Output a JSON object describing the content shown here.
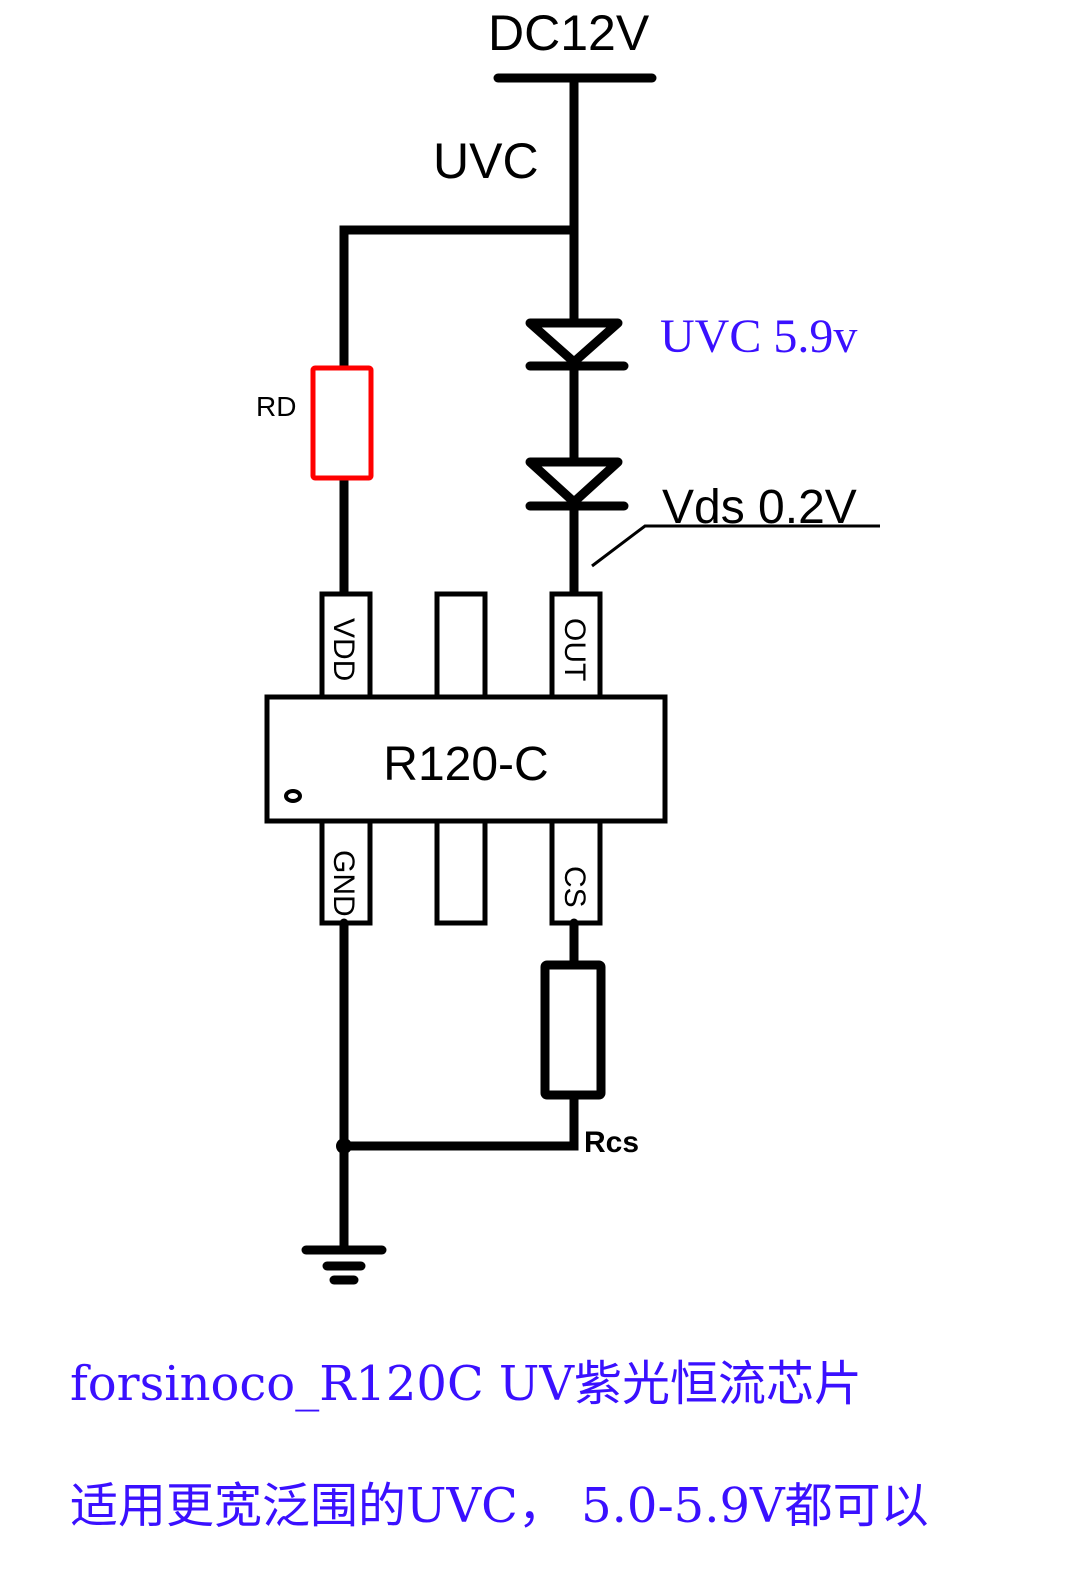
{
  "diagram": {
    "type": "circuit-schematic",
    "supply_label": "DC12V",
    "branch_label": "UVC",
    "led_annotation": "UVC 5.9v",
    "vds_annotation": "Vds 0.2V",
    "resistor_rd_label": "RD",
    "resistor_rcs_label": "Rcs",
    "ic": {
      "name": "R120-C",
      "pins_top": [
        "VDD",
        "",
        "OUT"
      ],
      "pins_bottom": [
        "GND",
        "",
        "CS"
      ]
    },
    "led_count": 2
  },
  "captions": {
    "line1": "forsinoco_R120C UV紫光恒流芯片",
    "line2": "适用更宽泛围的UVC， 5.0-5.9V都可以"
  },
  "colors": {
    "annotation_blue": "#3a10ff",
    "rd_highlight": "#ff0000",
    "wire": "#000000"
  }
}
